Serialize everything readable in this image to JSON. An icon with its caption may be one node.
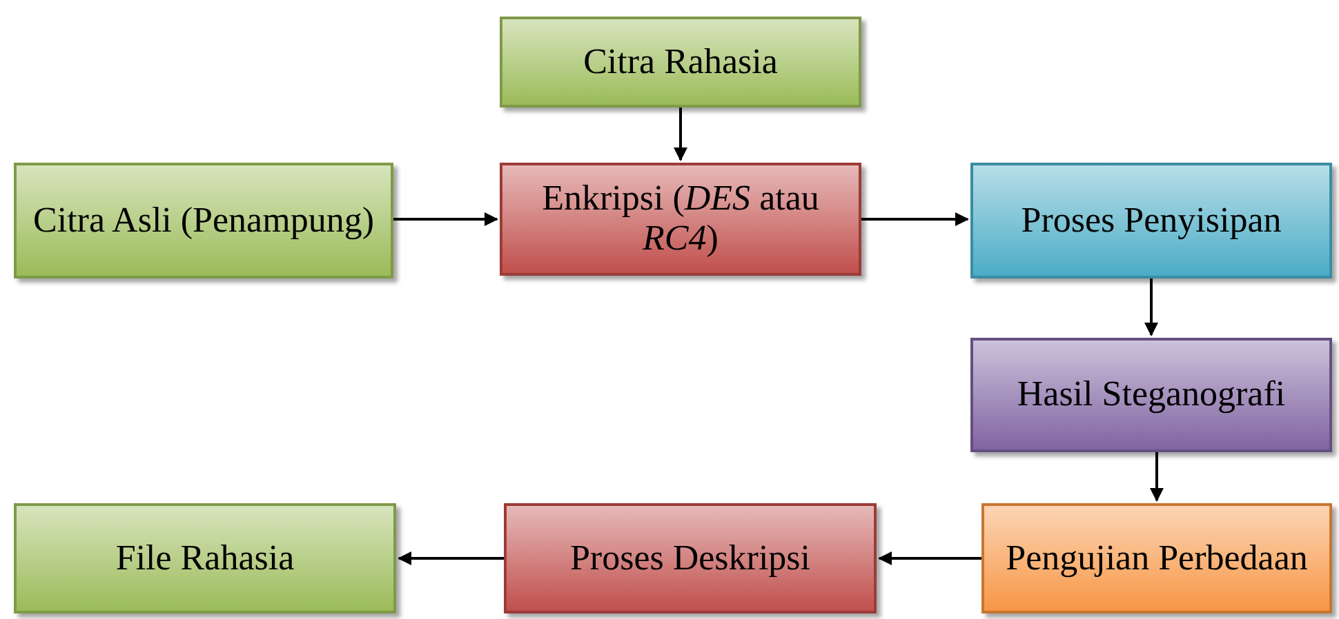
{
  "diagram": {
    "nodes": [
      {
        "text": [
          "Citra Rahasia"
        ]
      },
      {
        "text": [
          "Citra Asli (Penampung)"
        ]
      },
      {
        "text": [
          "Enkripsi (*DES* atau *RC4*)"
        ]
      },
      {
        "text": [
          "Proses Penyisipan"
        ]
      },
      {
        "text": [
          "Hasil Steganografi"
        ]
      },
      {
        "text": [
          "Pengujian Perbedaan"
        ]
      },
      {
        "text": [
          "Proses Deskripsi"
        ]
      },
      {
        "text": [
          "File Rahasia"
        ]
      }
    ],
    "edges": [
      {
        "from": 0,
        "to": 2,
        "arrow": "to"
      },
      {
        "from": 1,
        "to": 2,
        "arrow": "to"
      },
      {
        "from": 2,
        "to": 3,
        "arrow": "to"
      },
      {
        "from": 3,
        "to": 4,
        "arrow": "to"
      },
      {
        "from": 4,
        "to": 5,
        "arrow": "to"
      },
      {
        "from": 5,
        "to": 6,
        "arrow": "to"
      },
      {
        "from": 6,
        "to": 7,
        "arrow": "to"
      }
    ]
  }
}
